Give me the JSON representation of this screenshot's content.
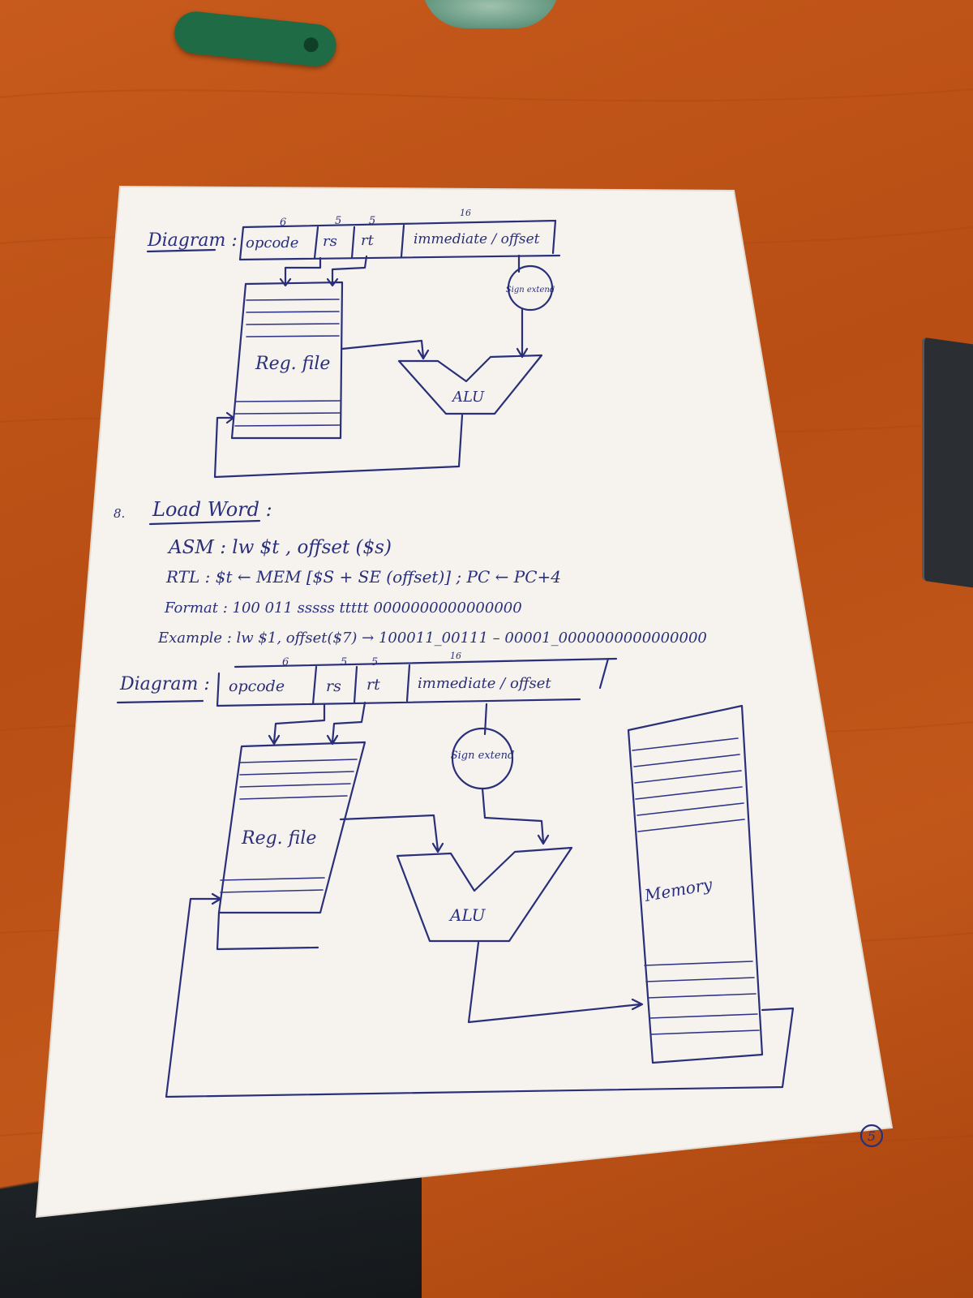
{
  "page": {
    "number": "5"
  },
  "section_prev": {
    "diagram_label": "Diagram :",
    "fields": [
      "opcode",
      "rs",
      "rt",
      "immediate / offset"
    ],
    "bit_widths": [
      "6",
      "5",
      "5",
      "16"
    ],
    "sign_ext_label": "Sign extend",
    "regfile_label": "Reg. file",
    "alu_label": "ALU"
  },
  "section_lw": {
    "number": "8.",
    "title": "Load Word :",
    "asm": "ASM : lw   $t , offset ($s)",
    "rtl": "RTL : $t ← MEM [$S + SE (offset)] ; PC ← PC+4",
    "format": "Format : 100 011  sssss  ttttt   0000000000000000",
    "example": "Example : lw   $1, offset($7) → 100011_00111 – 00001_0000000000000000",
    "diagram_label": "Diagram :",
    "fields": [
      "opcode",
      "rs",
      "rt",
      "immediate / offset"
    ],
    "bit_widths": [
      "6",
      "5",
      "5",
      "16"
    ],
    "sign_ext_label": "Sign extend",
    "regfile_label": "Reg. file",
    "alu_label": "ALU",
    "memory_label": "Memory"
  }
}
